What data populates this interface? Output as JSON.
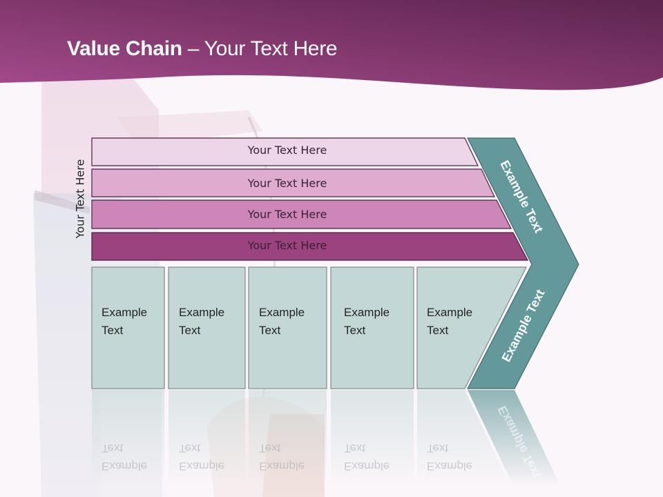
{
  "slide": {
    "title_bold": "Value Chain",
    "title_rest": " – Your Text Here"
  },
  "side_label": "Your Text Here",
  "support_bars": [
    {
      "label": "Your Text Here",
      "color": "#edd6e8"
    },
    {
      "label": "Your Text Here",
      "color": "#ddaccf"
    },
    {
      "label": "Your Text Here",
      "color": "#cc86b8"
    },
    {
      "label": "Your Text Here",
      "color": "#9b437e"
    }
  ],
  "primary_columns": [
    {
      "line1": "Example",
      "line2": "Text"
    },
    {
      "line1": "Example",
      "line2": "Text"
    },
    {
      "line1": "Example",
      "line2": "Text"
    },
    {
      "line1": "Example",
      "line2": "Text"
    },
    {
      "line1": "Example",
      "line2": "Text"
    }
  ],
  "chevron": {
    "upper_label": "Example Text",
    "lower_label": "Example Text",
    "color": "#63999a"
  },
  "colors": {
    "header_dark": "#5e2752",
    "header_light": "#a04a8a",
    "column_fill": "#c3d7d6",
    "bar_outline": "#4a1e40"
  }
}
